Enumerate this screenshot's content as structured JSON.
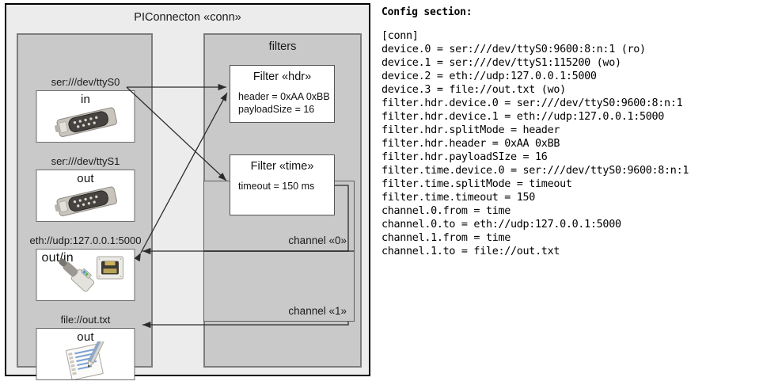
{
  "diagram": {
    "title": "PIConnecton «conn»",
    "devices_panel": {
      "items": [
        {
          "label": "ser:///dev/ttyS0",
          "io": "in",
          "icon": "serial-port-icon",
          "name": "device-ttys0"
        },
        {
          "label": "ser:///dev/ttyS1",
          "io": "out",
          "icon": "serial-port-icon",
          "name": "device-ttys1"
        },
        {
          "label": "eth://udp:127.0.0.1:5000",
          "io": "out/in",
          "icon": "ethernet-icon",
          "name": "device-eth"
        },
        {
          "label": "file://out.txt",
          "io": "out",
          "icon": "file-document-icon",
          "name": "device-file"
        }
      ]
    },
    "filters_panel": {
      "title": "filters",
      "filters": [
        {
          "title": "Filter «hdr»",
          "props": [
            "header = 0xAA 0xBB",
            "payloadSize = 16"
          ]
        },
        {
          "title": "Filter «time»",
          "props": [
            "timeout = 150 ms"
          ]
        }
      ],
      "channels": [
        {
          "label": "channel «0»"
        },
        {
          "label": "channel «1»"
        }
      ]
    }
  },
  "config": {
    "heading": "Config section:",
    "lines": [
      "[conn]",
      "device.0 = ser:///dev/ttyS0:9600:8:n:1 (ro)",
      "device.1 = ser:///dev/ttyS1:115200 (wo)",
      "device.2 = eth://udp:127.0.0.1:5000",
      "device.3 = file://out.txt (wo)",
      "filter.hdr.device.0 = ser:///dev/ttyS0:9600:8:n:1",
      "filter.hdr.device.1 = eth://udp:127.0.0.1:5000",
      "filter.hdr.splitMode = header",
      "filter.hdr.header = 0xAA 0xBB",
      "filter.hdr.payloadSIze = 16",
      "filter.time.device.0 = ser:///dev/ttyS0:9600:8:n:1",
      "filter.time.splitMode = timeout",
      "filter.time.timeout = 150",
      "channel.0.from = time",
      "channel.0.to = eth://udp:127.0.0.1:5000",
      "channel.1.from = time",
      "channel.1.to = file://out.txt"
    ]
  },
  "colors": {
    "page_background": "#ffffff",
    "diagram_background": "#ececec",
    "panel_background": "#c9c9c9",
    "panel_border": "#7d7d7d",
    "box_background": "#ffffff",
    "outline": "#000000"
  }
}
